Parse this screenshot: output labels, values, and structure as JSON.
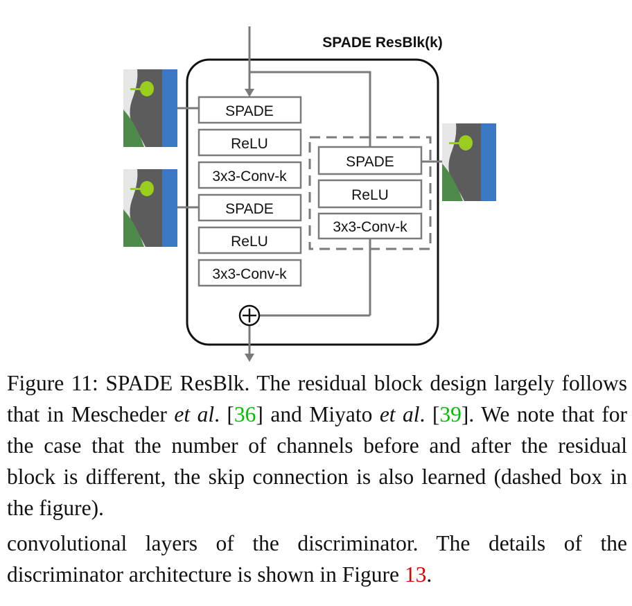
{
  "diagram": {
    "title": "SPADE ResBlk(k)",
    "main_branch": [
      "SPADE",
      "ReLU",
      "3x3-Conv-k",
      "SPADE",
      "ReLU",
      "3x3-Conv-k"
    ],
    "skip_branch": [
      "SPADE",
      "ReLU",
      "3x3-Conv-k"
    ],
    "sum_symbol": "+",
    "colors": {
      "box_border": "#7a7a7a",
      "segmap_blue": "#3b78c4",
      "segmap_gray": "#5c5c5c",
      "segmap_green": "#4e8a4a",
      "segmap_lightgray": "#e6e6e6",
      "tree_green": "#9bcd1f"
    }
  },
  "caption": {
    "figure_label": "Figure 11:",
    "figure_title": "SPADE ResBlk.",
    "sentence1_a": "The residual block design largely follows that in Mescheder",
    "etal_1": "et al",
    "sep1": ". [",
    "ref1": "36",
    "sentence1_b": "] and Miyato",
    "etal_2": "et al",
    "sep2": ". [",
    "ref2": "39",
    "sentence2": "]. We note that for the case that the number of channels before and after the residual block is different, the skip connection is also learned (dashed box in the figure).",
    "body_a": "convolutional layers of the discriminator. The details of the discriminator architecture is shown in Figure",
    "ref3": "13",
    "body_end": "."
  }
}
